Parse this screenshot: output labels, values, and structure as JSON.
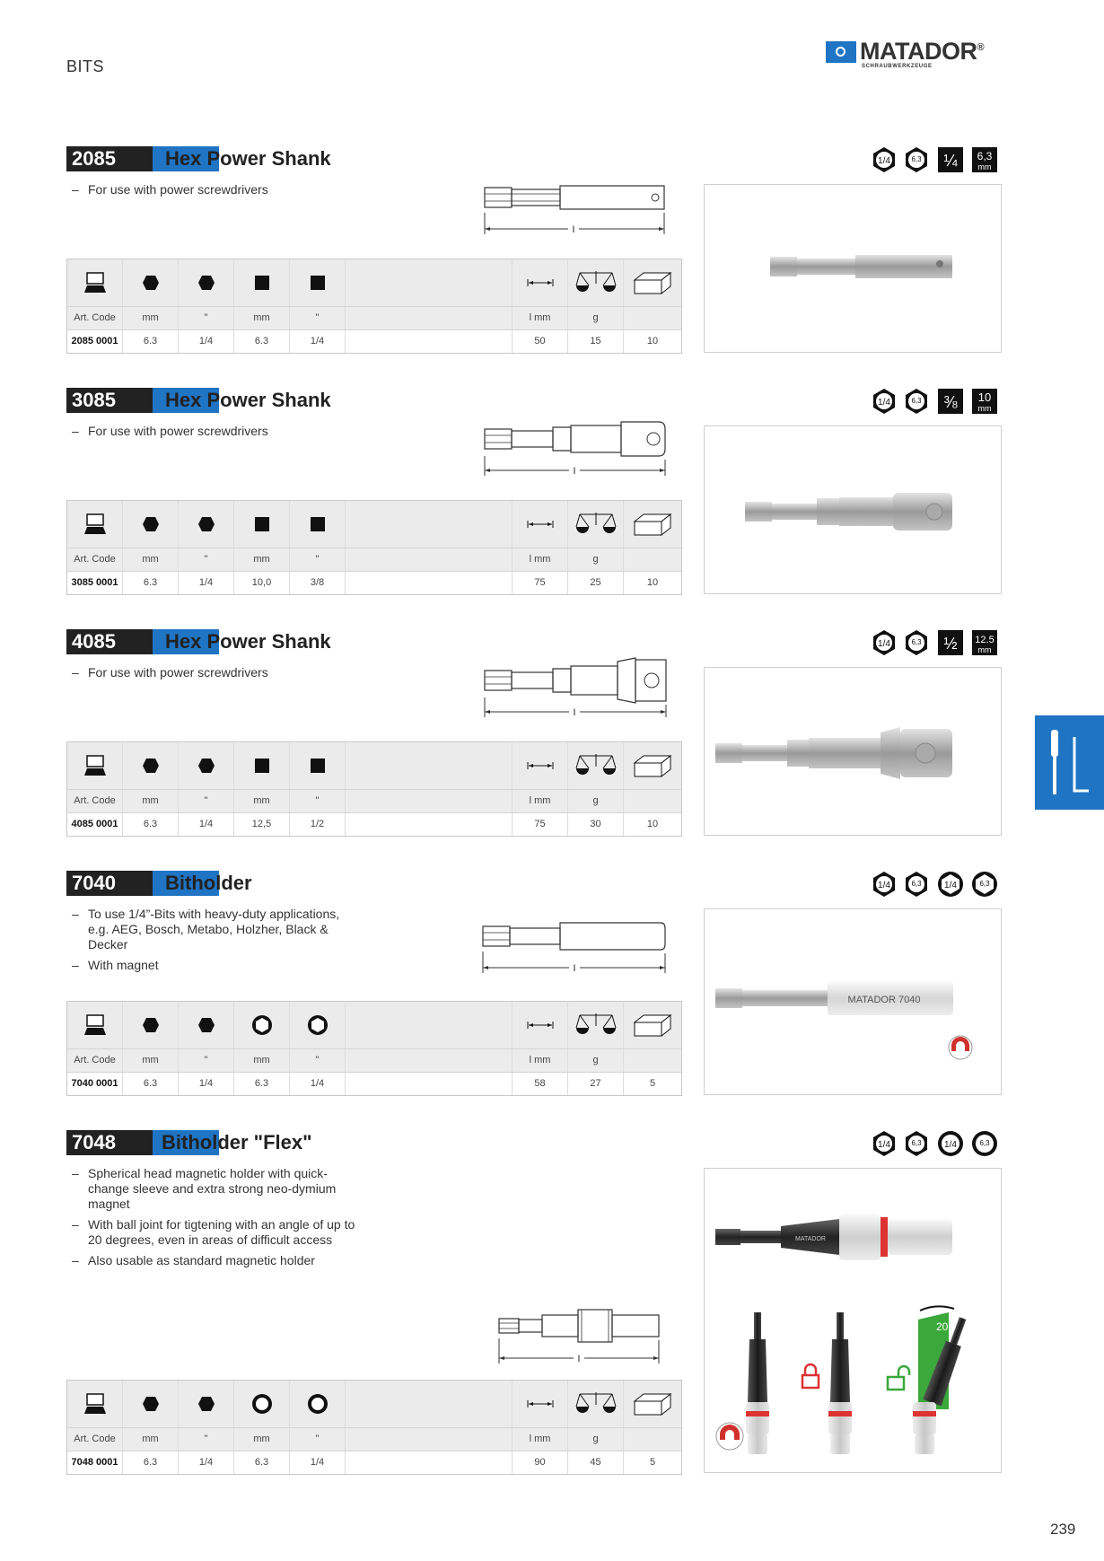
{
  "header": {
    "section": "BITS",
    "brand": "MATADOR",
    "brand_sub": "SCHRAUBWERKZEUGE",
    "registered": "®"
  },
  "table_headers": {
    "art_code": "Art. Code",
    "mm1": "mm",
    "inch1": "\"",
    "mm2": "mm",
    "inch2": "\"",
    "length": "l mm",
    "weight": "g"
  },
  "dimension_label": "l",
  "products": [
    {
      "code": "2085",
      "title": "Hex Power Shank",
      "description": [
        "For use with power screwdrivers"
      ],
      "spec_icons": [
        "1/4",
        "6,3 mm",
        "1/4",
        "6,3 mm"
      ],
      "shape_icons": [
        "hex",
        "hex",
        "square",
        "square"
      ],
      "row": {
        "art_code": "2085 0001",
        "drive_mm": "6.3",
        "drive_inch": "1/4",
        "out_mm": "6.3",
        "out_inch": "1/4",
        "length": "50",
        "weight": "15",
        "pack": "10"
      }
    },
    {
      "code": "3085",
      "title": "Hex Power Shank",
      "description": [
        "For use with power screwdrivers"
      ],
      "spec_icons": [
        "1/4",
        "6,3 mm",
        "3/8",
        "10 mm"
      ],
      "shape_icons": [
        "hex",
        "hex",
        "square",
        "square"
      ],
      "row": {
        "art_code": "3085 0001",
        "drive_mm": "6.3",
        "drive_inch": "1/4",
        "out_mm": "10,0",
        "out_inch": "3/8",
        "length": "75",
        "weight": "25",
        "pack": "10"
      }
    },
    {
      "code": "4085",
      "title": "Hex Power Shank",
      "description": [
        "For use with power screwdrivers"
      ],
      "spec_icons": [
        "1/4",
        "6,3 mm",
        "1/2",
        "12.5 mm"
      ],
      "shape_icons": [
        "hex",
        "hex",
        "square",
        "square"
      ],
      "row": {
        "art_code": "4085 0001",
        "drive_mm": "6.3",
        "drive_inch": "1/4",
        "out_mm": "12,5",
        "out_inch": "1/2",
        "length": "75",
        "weight": "30",
        "pack": "10"
      }
    },
    {
      "code": "7040",
      "title": "Bitholder",
      "description": [
        "To use 1/4”-Bits with heavy-duty applications, e.g. AEG, Bosch, Metabo, Holzher, Black & Decker",
        "With magnet"
      ],
      "spec_icons": [
        "1/4",
        "6,3 mm",
        "1/4",
        "6,3 mm"
      ],
      "shape_icons": [
        "hex",
        "hex",
        "hex-socket",
        "hex-socket"
      ],
      "photo_label": "MATADOR 7040",
      "row": {
        "art_code": "7040 0001",
        "drive_mm": "6.3",
        "drive_inch": "1/4",
        "out_mm": "6.3",
        "out_inch": "1/4",
        "length": "58",
        "weight": "27",
        "pack": "5"
      }
    },
    {
      "code": "7048",
      "title": "Bitholder \"Flex\"",
      "description": [
        "Spherical head magnetic holder with quick-change sleeve and extra strong neo-dymium magnet",
        "With ball joint for tigtening with an angle of up to 20 degrees, even in areas of difficult access",
        "Also usable as standard magnetic holder"
      ],
      "spec_icons": [
        "1/4",
        "6,3 mm",
        "1/4",
        "6,3 mm"
      ],
      "shape_icons": [
        "hex",
        "hex",
        "hex-socket",
        "hex-socket"
      ],
      "photo_label": "MATADOR",
      "angle_label": "20°",
      "row": {
        "art_code": "7048 0001",
        "drive_mm": "6.3",
        "drive_inch": "1/4",
        "out_mm": "6.3",
        "out_inch": "1/4",
        "length": "90",
        "weight": "45",
        "pack": "5"
      }
    }
  ],
  "page_number": "239",
  "colors": {
    "accent": "#1f74c4",
    "badge": "#222222",
    "table_bg": "#ebebeb"
  }
}
